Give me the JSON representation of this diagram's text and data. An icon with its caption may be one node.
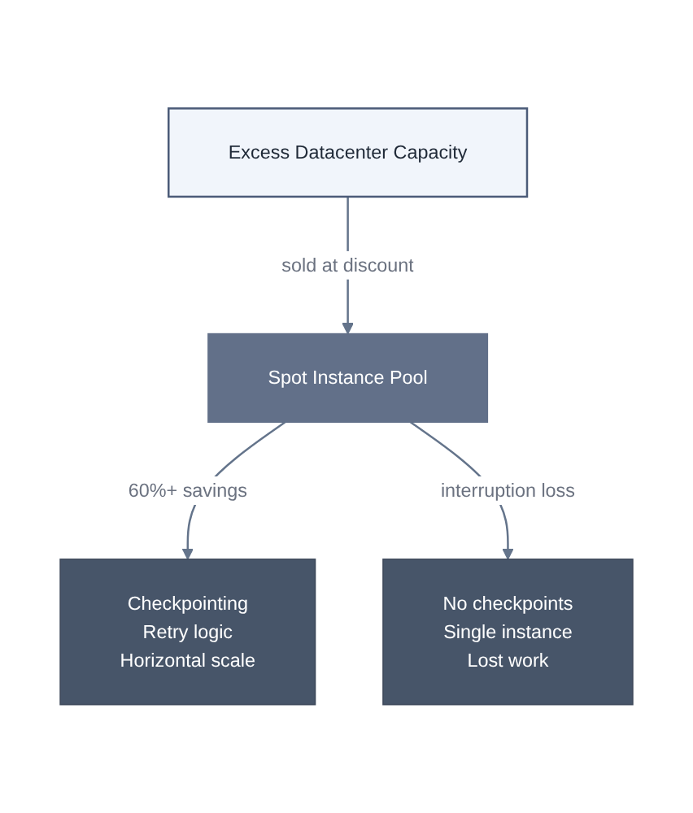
{
  "diagram": {
    "nodes": [
      {
        "text": [
          "Excess Datacenter Capacity"
        ]
      },
      {
        "text": [
          "Spot Instance Pool"
        ]
      },
      {
        "text": [
          "Checkpointing",
          "Retry logic",
          "Horizontal scale"
        ]
      },
      {
        "text": [
          "No checkpoints",
          "Single instance",
          "Lost work"
        ]
      }
    ],
    "edges": [
      {
        "from": 0,
        "to": 1,
        "arrow": "to",
        "label": "sold at discount"
      },
      {
        "from": 1,
        "to": 2,
        "arrow": "to",
        "label": "60%+ savings"
      },
      {
        "from": 1,
        "to": 3,
        "arrow": "to",
        "label": "interruption loss"
      }
    ]
  }
}
